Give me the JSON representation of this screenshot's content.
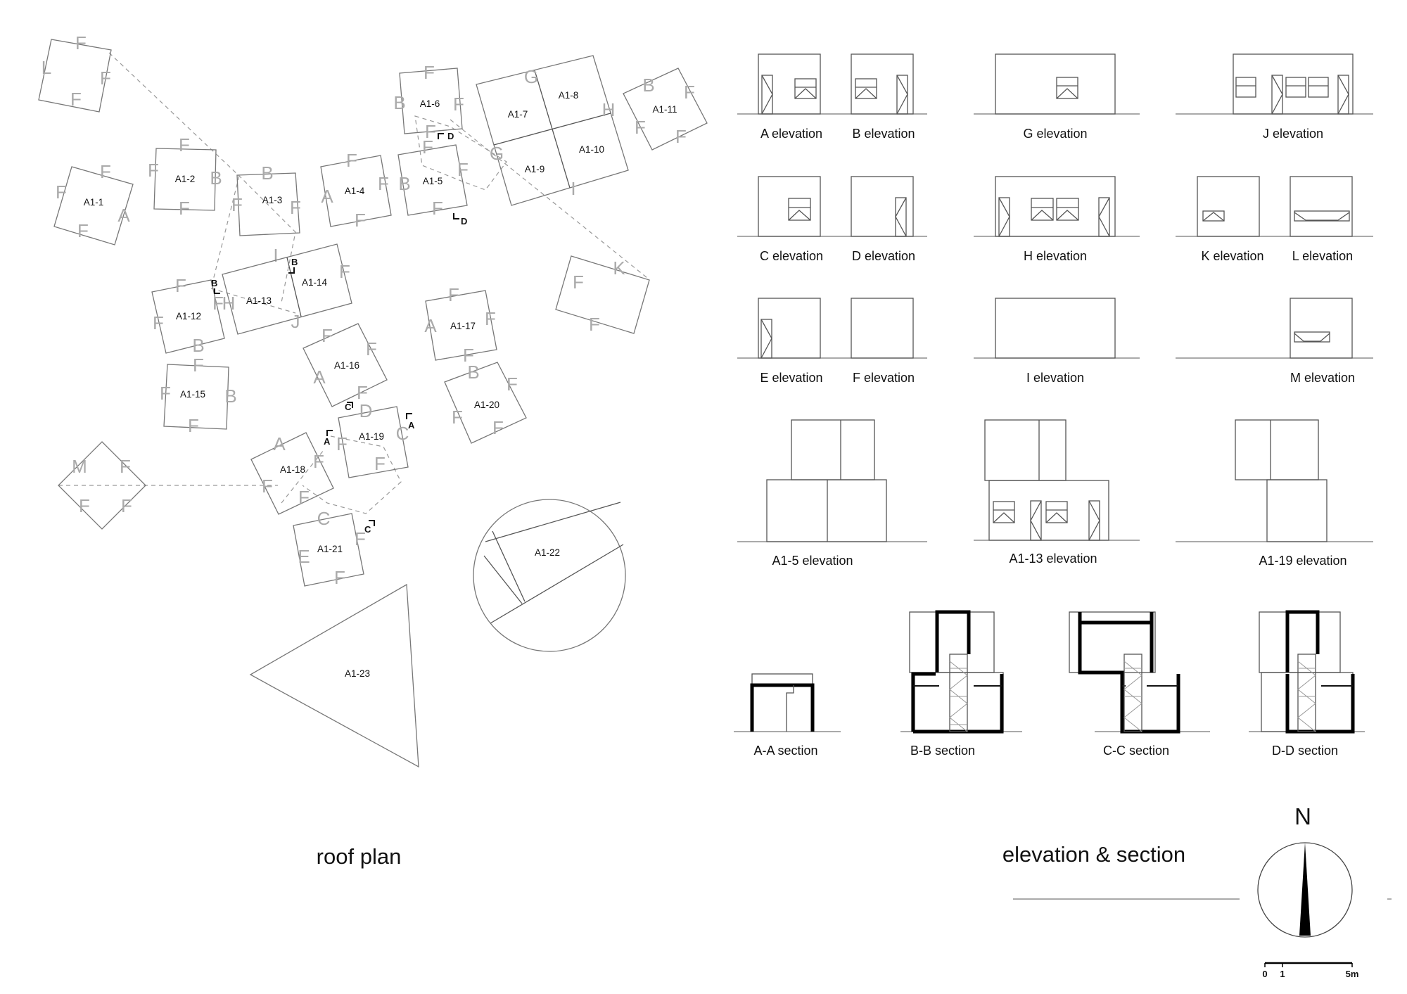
{
  "roof_plan": {
    "title": "roof plan",
    "units": [
      {
        "id": "a1-1",
        "label": "A1-1",
        "letters": [
          "F",
          "F",
          "A",
          "F"
        ]
      },
      {
        "id": "a1-2",
        "label": "A1-2",
        "letters": [
          "F",
          "F",
          "B",
          "F"
        ]
      },
      {
        "id": "a1-3",
        "label": "A1-3",
        "letters": [
          "B",
          "F",
          "I",
          "F"
        ]
      },
      {
        "id": "a1-4",
        "label": "A1-4",
        "letters": [
          "F",
          "A",
          "F",
          "F"
        ]
      },
      {
        "id": "a1-5",
        "label": "A1-5",
        "letters": [
          "B",
          "F",
          "F",
          "F"
        ]
      },
      {
        "id": "a1-6",
        "label": "A1-6",
        "letters": [
          "F",
          "B",
          "F",
          "F"
        ]
      },
      {
        "id": "a1-7",
        "label": "A1-7",
        "letters": [
          "G"
        ]
      },
      {
        "id": "a1-8",
        "label": "A1-8",
        "letters": [
          "H"
        ]
      },
      {
        "id": "a1-9",
        "label": "A1-9",
        "letters": [
          "G",
          "I"
        ]
      },
      {
        "id": "a1-10",
        "label": "A1-10",
        "letters": [
          "I"
        ]
      },
      {
        "id": "a1-11",
        "label": "A1-11",
        "letters": [
          "B",
          "F",
          "F",
          "F"
        ]
      },
      {
        "id": "a1-12",
        "label": "A1-12",
        "letters": [
          "F",
          "F",
          "B",
          "F"
        ]
      },
      {
        "id": "a1-13",
        "label": "A1-13",
        "letters": [
          "H",
          "J"
        ]
      },
      {
        "id": "a1-14",
        "label": "A1-14",
        "letters": [
          "F"
        ]
      },
      {
        "id": "a1-15",
        "label": "A1-15",
        "letters": [
          "F",
          "F",
          "B",
          "F"
        ]
      },
      {
        "id": "a1-16",
        "label": "A1-16",
        "letters": [
          "F",
          "A",
          "F",
          "F"
        ]
      },
      {
        "id": "a1-17",
        "label": "A1-17",
        "letters": [
          "F",
          "A",
          "F",
          "F"
        ]
      },
      {
        "id": "a1-18",
        "label": "A1-18",
        "letters": [
          "A",
          "F",
          "F",
          "F"
        ]
      },
      {
        "id": "a1-19",
        "label": "A1-19",
        "letters": [
          "D",
          "F",
          "C",
          "F"
        ]
      },
      {
        "id": "a1-20",
        "label": "A1-20",
        "letters": [
          "B",
          "F",
          "F",
          "F"
        ]
      },
      {
        "id": "a1-21",
        "label": "A1-21",
        "letters": [
          "C",
          "E",
          "F",
          "F"
        ]
      },
      {
        "id": "a1-22",
        "label": "A1-22",
        "letters": []
      },
      {
        "id": "a1-23",
        "label": "A1-23",
        "letters": []
      }
    ],
    "extra_letters": [
      "F",
      "F",
      "F",
      "L",
      "M",
      "F",
      "F",
      "F",
      "K",
      "F",
      "F"
    ],
    "section_marks": [
      "D",
      "D",
      "B",
      "B",
      "C",
      "C",
      "A",
      "A"
    ]
  },
  "elevation_section": {
    "title": "elevation & section",
    "elevations": [
      {
        "id": "a",
        "label": "A elevation"
      },
      {
        "id": "b",
        "label": "B elevation"
      },
      {
        "id": "g",
        "label": "G elevation"
      },
      {
        "id": "j",
        "label": "J elevation"
      },
      {
        "id": "c",
        "label": "C elevation"
      },
      {
        "id": "d",
        "label": "D elevation"
      },
      {
        "id": "h",
        "label": "H elevation"
      },
      {
        "id": "k",
        "label": "K elevation"
      },
      {
        "id": "l",
        "label": "L elevation"
      },
      {
        "id": "e",
        "label": "E elevation"
      },
      {
        "id": "f",
        "label": "F elevation"
      },
      {
        "id": "i",
        "label": "I elevation"
      },
      {
        "id": "m",
        "label": "M elevation"
      },
      {
        "id": "a1-5",
        "label": "A1-5 elevation"
      },
      {
        "id": "a1-13",
        "label": "A1-13 elevation"
      },
      {
        "id": "a1-19",
        "label": "A1-19 elevation"
      }
    ],
    "sections": [
      {
        "id": "aa",
        "label": "A-A section"
      },
      {
        "id": "bb",
        "label": "B-B section"
      },
      {
        "id": "cc",
        "label": "C-C section"
      },
      {
        "id": "dd",
        "label": "D-D section"
      }
    ]
  },
  "north_label": "N",
  "scale_bar": {
    "labels": [
      "0",
      "1",
      "5m"
    ]
  }
}
